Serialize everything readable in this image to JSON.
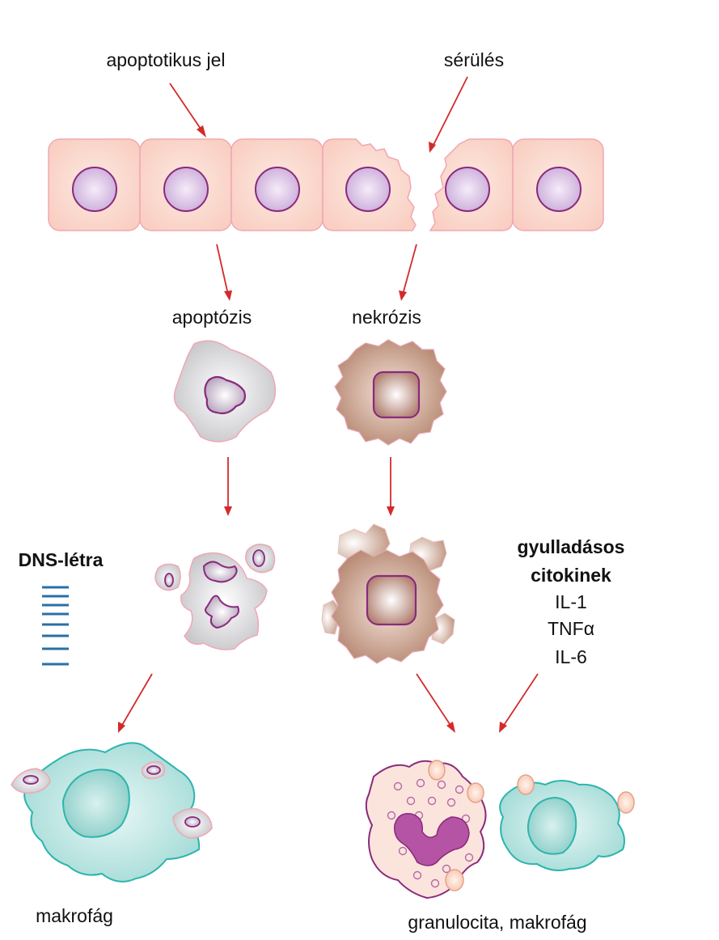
{
  "labels": {
    "apoptotic_signal": "apoptotikus jel",
    "injury": "sérülés",
    "apoptosis": "apoptózis",
    "necrosis": "nekrózis",
    "dna_ladder": "DNS-létra",
    "macrophage": "makrofág",
    "granulocyte_macrophage": "granulocita, makrofág"
  },
  "cytokines": {
    "heading_line1": "gyulladásos",
    "heading_line2": "citokinek",
    "items": [
      "IL-1",
      "TNFα",
      "IL-6"
    ]
  },
  "colors": {
    "arrow": "#d42a2a",
    "cell_fill": "#fbd9cf",
    "cell_stroke": "#f0a7b3",
    "nucleus_fill": "#dcc3e6",
    "nucleus_stroke": "#8a2a7c",
    "apoptotic_fill": "#d6d6da",
    "necrotic_fill": "#c9a08c",
    "macrophage_fill": "#bfe6e3",
    "macrophage_stroke": "#2db5ad",
    "ladder": "#2a6fa5"
  }
}
